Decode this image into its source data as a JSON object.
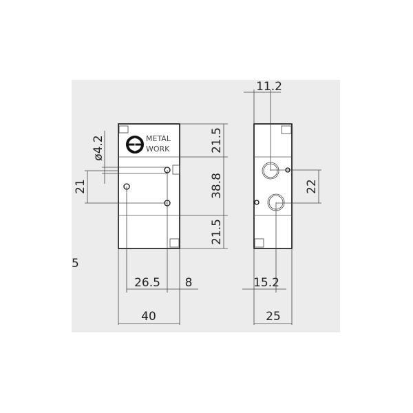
{
  "drawing": {
    "front_view": {
      "logo_text_line1": "METAL",
      "logo_text_line2": "WORK",
      "dims": {
        "top": "21.5",
        "middle": "38.8",
        "bottom": "21.5",
        "hole_diameter": "ø4.2",
        "hole_spacing": "21",
        "hole_offset": "26.5",
        "edge_offset": "8",
        "width": "40"
      }
    },
    "side_view": {
      "dims": {
        "top_port": "11.2",
        "port_spacing": "22",
        "bottom_port": "15.2",
        "width": "25"
      }
    },
    "partial_label": "5",
    "colors": {
      "background": "#ececec",
      "line": "#111111"
    }
  }
}
